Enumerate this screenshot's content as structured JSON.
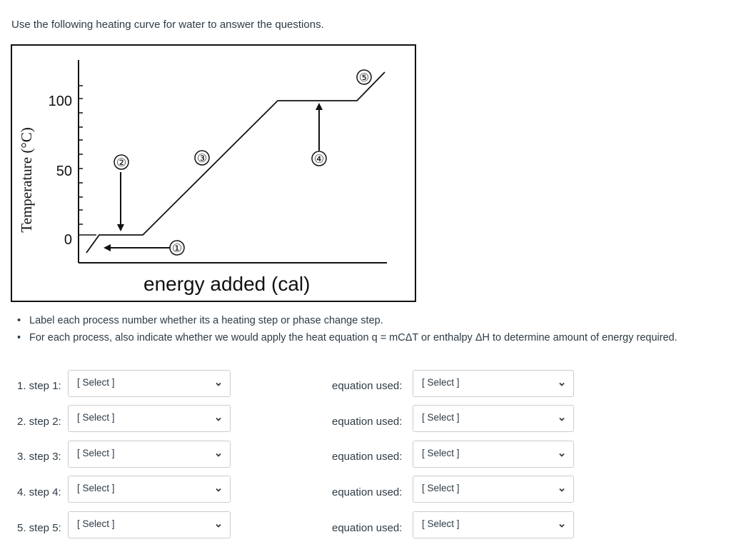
{
  "intro_text": "Use the following heating curve for water to answer the questions.",
  "figure": {
    "y_axis_label": "Temperature (°C)",
    "x_axis_label": "energy added (cal)",
    "tick_labels": [
      "100",
      "50",
      "0"
    ],
    "markers": [
      "①",
      "②",
      "③",
      "④",
      "⑤"
    ]
  },
  "bullets": [
    "Label each process number whether its a heating step or phase change step.",
    "For each process, also indicate whether we would apply the heat equation q = mCΔT or enthalpy ΔH to determine amount of energy required."
  ],
  "rows": [
    {
      "label": "1. step 1:",
      "select": "[ Select ]",
      "eq_label": "equation used:",
      "eq_select": "[ Select ]"
    },
    {
      "label": "2. step 2:",
      "select": "[ Select ]",
      "eq_label": "equation used:",
      "eq_select": "[ Select ]"
    },
    {
      "label": "3. step 3:",
      "select": "[ Select ]",
      "eq_label": "equation used:",
      "eq_select": "[ Select ]"
    },
    {
      "label": "4. step 4:",
      "select": "[ Select ]",
      "eq_label": "equation used:",
      "eq_select": "[ Select ]"
    },
    {
      "label": "5. step 5:",
      "select": "[ Select ]",
      "eq_label": "equation used:",
      "eq_select": "[ Select ]"
    }
  ],
  "icons": {
    "select_arrow": "chevron-down-icon"
  }
}
